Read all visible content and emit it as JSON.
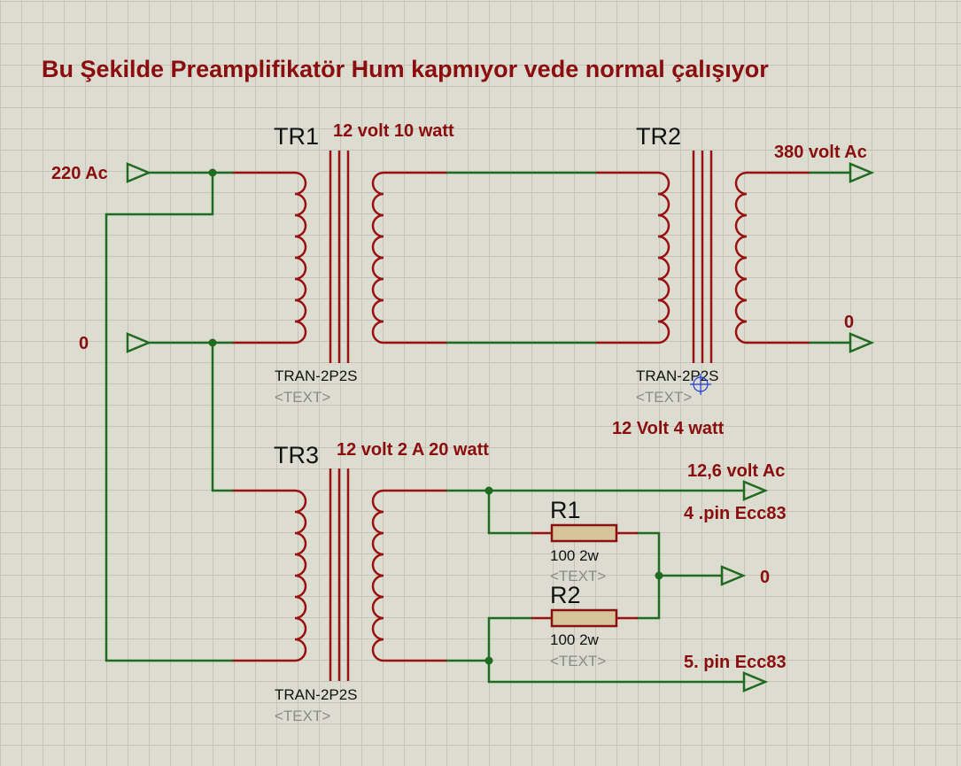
{
  "title": "Bu Şekilde Preamplifikatör Hum  kapmıyor vede normal çalışıyor",
  "inputs": {
    "ac_220": "220 Ac",
    "ground": "0"
  },
  "transformers": {
    "tr1": {
      "ref": "TR1",
      "rating": "12 volt 10 watt",
      "part": "TRAN-2P2S",
      "text": "<TEXT>"
    },
    "tr2": {
      "ref": "TR2",
      "rating": "12 Volt  4 watt",
      "part": "TRAN-2P2S",
      "text": "<TEXT>"
    },
    "tr3": {
      "ref": "TR3",
      "rating": "12 volt 2 A 20 watt",
      "part": "TRAN-2P2S",
      "text": "<TEXT>"
    }
  },
  "outputs": {
    "v380": "380 volt Ac",
    "tr2_ground": "0",
    "heater_ac": "12,6 volt Ac",
    "pin4": "4 .pin Ecc83",
    "center_ground": "0",
    "pin5": "5. pin Ecc83"
  },
  "resistors": {
    "r1": {
      "ref": "R1",
      "value": "100 2w",
      "text": "<TEXT>"
    },
    "r2": {
      "ref": "R2",
      "value": "100 2w",
      "text": "<TEXT>"
    }
  }
}
